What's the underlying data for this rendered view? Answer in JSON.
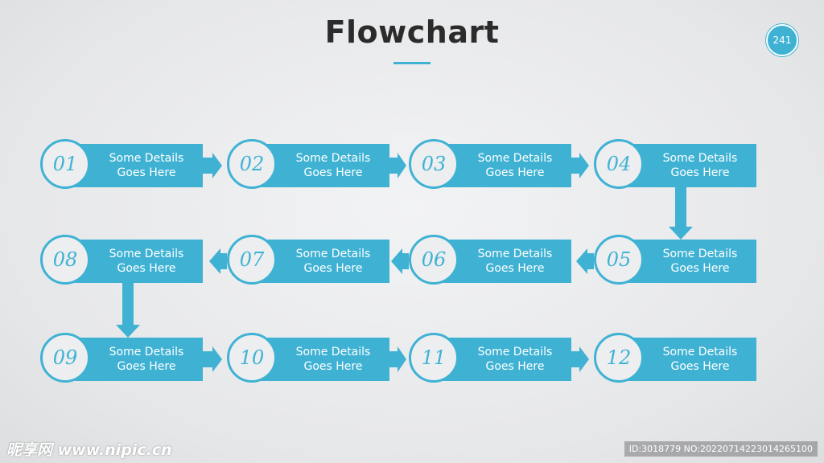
{
  "title": "Flowchart",
  "page_number": "241",
  "accent_color": "#3fb2d4",
  "steps": [
    {
      "number": "01",
      "line1": "Some Details",
      "line2": "Goes Here"
    },
    {
      "number": "02",
      "line1": "Some Details",
      "line2": "Goes Here"
    },
    {
      "number": "03",
      "line1": "Some Details",
      "line2": "Goes Here"
    },
    {
      "number": "04",
      "line1": "Some Details",
      "line2": "Goes Here"
    },
    {
      "number": "05",
      "line1": "Some Details",
      "line2": "Goes Here"
    },
    {
      "number": "06",
      "line1": "Some Details",
      "line2": "Goes Here"
    },
    {
      "number": "07",
      "line1": "Some Details",
      "line2": "Goes Here"
    },
    {
      "number": "08",
      "line1": "Some Details",
      "line2": "Goes Here"
    },
    {
      "number": "09",
      "line1": "Some Details",
      "line2": "Goes Here"
    },
    {
      "number": "10",
      "line1": "Some Details",
      "line2": "Goes Here"
    },
    {
      "number": "11",
      "line1": "Some Details",
      "line2": "Goes Here"
    },
    {
      "number": "12",
      "line1": "Some Details",
      "line2": "Goes Here"
    }
  ],
  "watermark": {
    "left": "昵享网 www.nipic.cn",
    "right": "ID:3018779 NO:20220714223014265100"
  }
}
